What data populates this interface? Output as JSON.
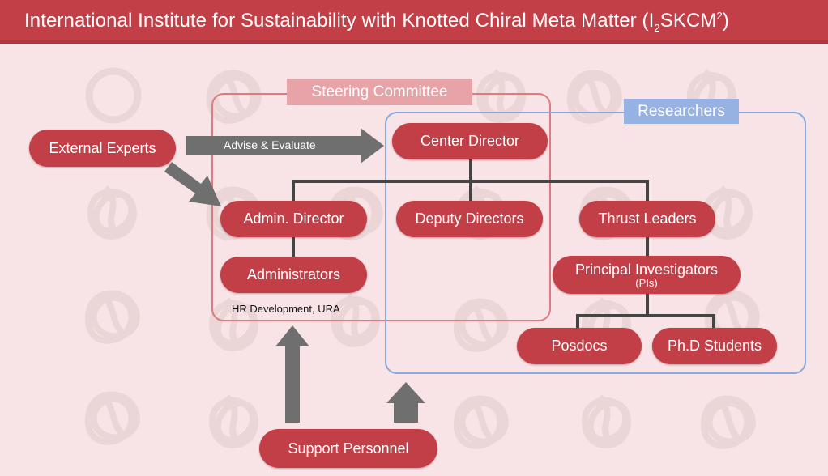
{
  "header": {
    "title_main": "International Institute for Sustainability with Knotted Chiral Meta Matter (I",
    "title_sub": "2",
    "title_mid": "SKCM",
    "title_sup": "2",
    "title_end": ")"
  },
  "groups": {
    "steering_committee": "Steering Committee",
    "researchers": "Researchers"
  },
  "arrow_label": "Advise & Evaluate",
  "nodes": {
    "external_experts": "External Experts",
    "center_director": "Center Director",
    "admin_director": "Admin. Director",
    "deputy_directors": "Deputy Directors",
    "thrust_leaders": "Thrust Leaders",
    "administrators": "Administrators",
    "principal_investigators": "Principal Investigators",
    "principal_investigators_abbr": "(PIs)",
    "posdocs": "Posdocs",
    "phd_students": "Ph.D Students",
    "support_personnel": "Support Personnel"
  },
  "notes": {
    "hr_development": "HR Development, URA"
  },
  "colors": {
    "header": "#c23f47",
    "node": "#c23f47",
    "background": "#f8e4e6",
    "steering_border": "#de7a80",
    "steering_tag": "#e8a3a8",
    "researchers_border": "#8aa9df",
    "researchers_tag": "#96b2e3",
    "arrow": "#6f6f6f",
    "connector": "#444444"
  }
}
